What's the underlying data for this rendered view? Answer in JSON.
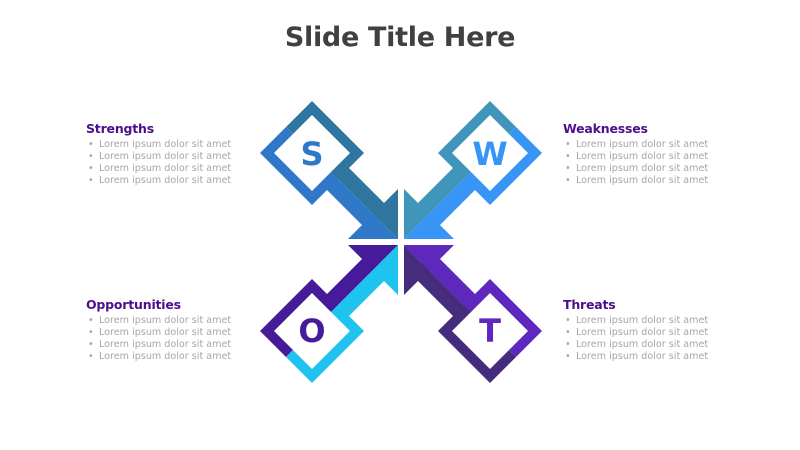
{
  "slide": {
    "title": "Slide Title Here"
  },
  "swot": {
    "strengths": {
      "letter": "S",
      "heading": "Strengths",
      "items": [
        "Lorem ipsum dolor sit amet",
        "Lorem ipsum dolor sit amet",
        "Lorem ipsum dolor sit amet",
        "Lorem ipsum dolor sit amet"
      ],
      "colors": {
        "dark": "#2E76A0",
        "light": "#2F78C8",
        "letter": "#2F78C8"
      }
    },
    "weaknesses": {
      "letter": "W",
      "heading": "Weaknesses",
      "items": [
        "Lorem ipsum dolor sit amet",
        "Lorem ipsum dolor sit amet",
        "Lorem ipsum dolor sit amet",
        "Lorem ipsum dolor sit amet"
      ],
      "colors": {
        "dark": "#4095BB",
        "light": "#3796F5",
        "letter": "#3796F5"
      }
    },
    "opportunities": {
      "letter": "O",
      "heading": "Opportunities",
      "items": [
        "Lorem ipsum dolor sit amet",
        "Lorem ipsum dolor sit amet",
        "Lorem ipsum dolor sit amet",
        "Lorem ipsum dolor sit amet"
      ],
      "colors": {
        "dark": "#451B9A",
        "light": "#1EC3F0",
        "letter": "#451B9A"
      }
    },
    "threats": {
      "letter": "T",
      "heading": "Threats",
      "items": [
        "Lorem ipsum dolor sit amet",
        "Lorem ipsum dolor sit amet",
        "Lorem ipsum dolor sit amet",
        "Lorem ipsum dolor sit amet"
      ],
      "colors": {
        "dark": "#452C7C",
        "light": "#5E28BF",
        "letter": "#5E28BF"
      }
    },
    "bullet": "•",
    "heading_color": "#4B0F8C",
    "body_color": "#A6A6A6"
  }
}
